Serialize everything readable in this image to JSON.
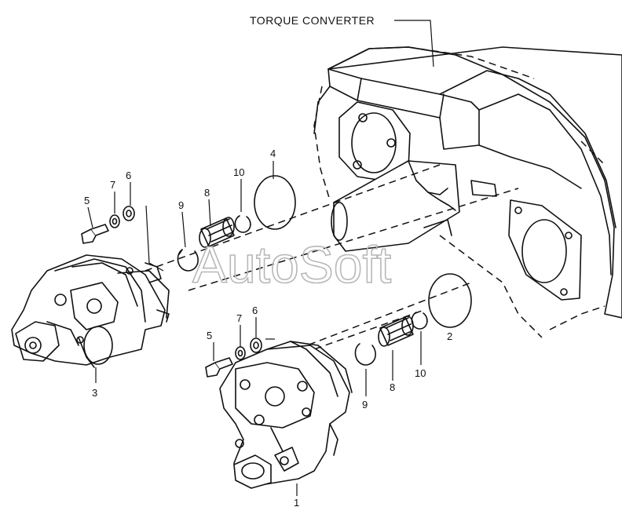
{
  "diagram": {
    "title": "TORQUE CONVERTER",
    "watermark": "AutoSoft",
    "callouts": {
      "upper": {
        "p3": "3",
        "p4": "4",
        "p5": "5",
        "p6": "6",
        "p7": "7",
        "p8": "8",
        "p9": "9",
        "p10": "10"
      },
      "lower": {
        "p1": "1",
        "p2": "2",
        "p5": "5",
        "p6": "6",
        "p7": "7",
        "p8": "8",
        "p9": "9",
        "p10": "10"
      }
    }
  }
}
